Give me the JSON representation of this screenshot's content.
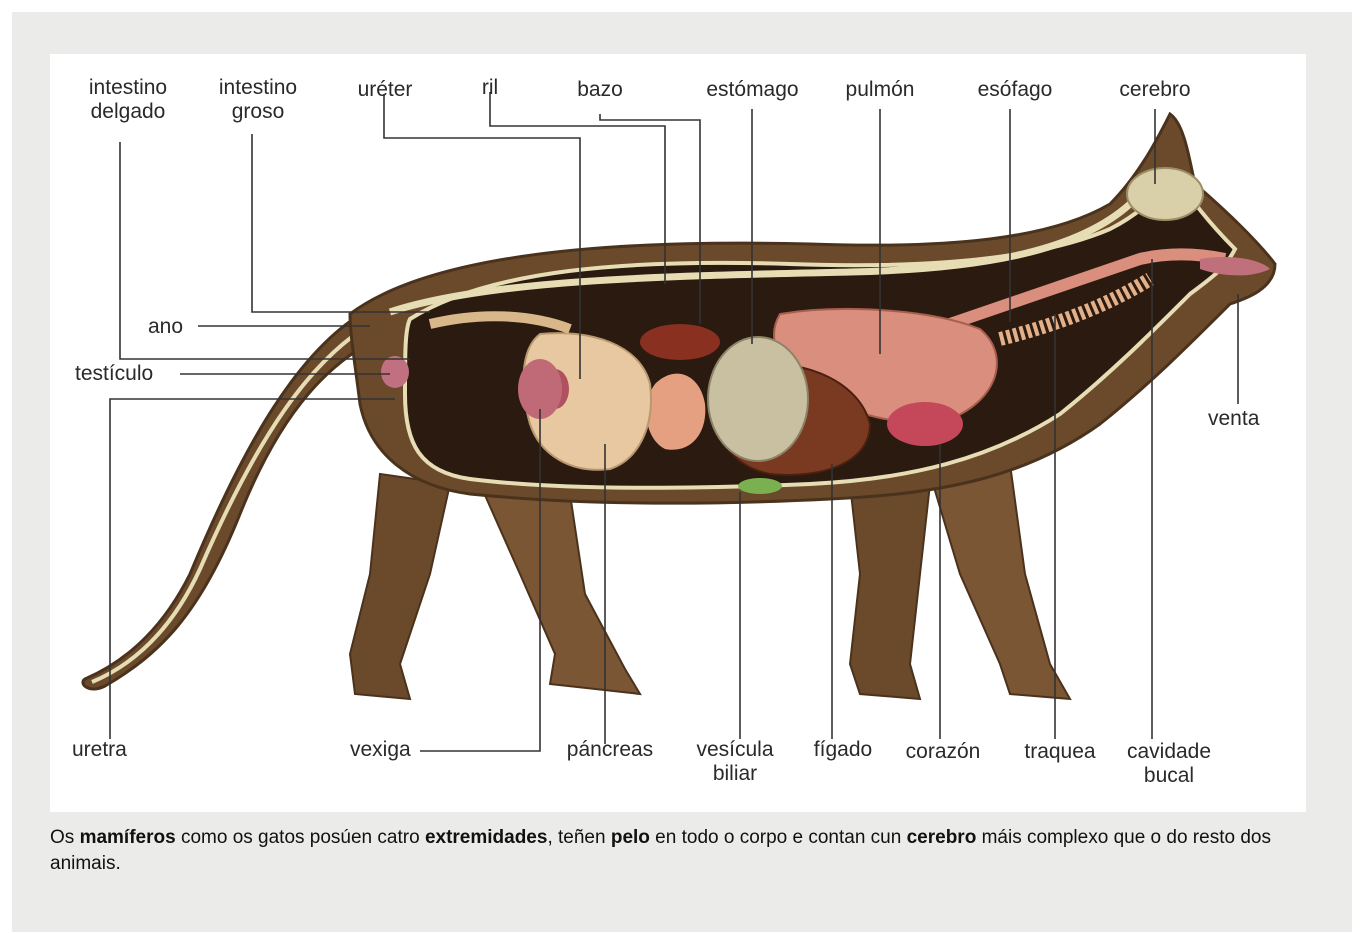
{
  "labels": {
    "intestino_delgado": "intestino\ndelgado",
    "intestino_groso": "intestino\ngroso",
    "ureter": "uréter",
    "ril": "ril",
    "bazo": "bazo",
    "estomago": "estómago",
    "pulmon": "pulmón",
    "esofago": "esófago",
    "cerebro": "cerebro",
    "ano": "ano",
    "testiculo": "testículo",
    "venta": "venta",
    "uretra": "uretra",
    "vexiga": "vexiga",
    "pancreas": "páncreas",
    "vesicula_biliar": "vesícula\nbiliar",
    "figado": "fígado",
    "corazon": "corazón",
    "traquea": "traquea",
    "cavidade_bucal": "cavidade\nbucal"
  },
  "caption": {
    "t1": "Os ",
    "b1": "mamíferos",
    "t2": " como os gatos posúen catro ",
    "b2": "extremidades",
    "t3": ", teñen ",
    "b3": "pelo",
    "t4": " en todo o corpo e contan cun ",
    "b4": "cerebro",
    "t5": " máis complexo que o do resto dos animais."
  },
  "colors": {
    "panel": "#ebecea",
    "fur": "#6b4a2c",
    "body_cavity": "#2a1a0f",
    "spinal_cord": "#e6ddb5",
    "lung": "#d98e7e",
    "liver": "#7a3a22",
    "stomach": "#c8c0a0",
    "intestine": "#e8c8a0",
    "leader_line": "#333333"
  }
}
